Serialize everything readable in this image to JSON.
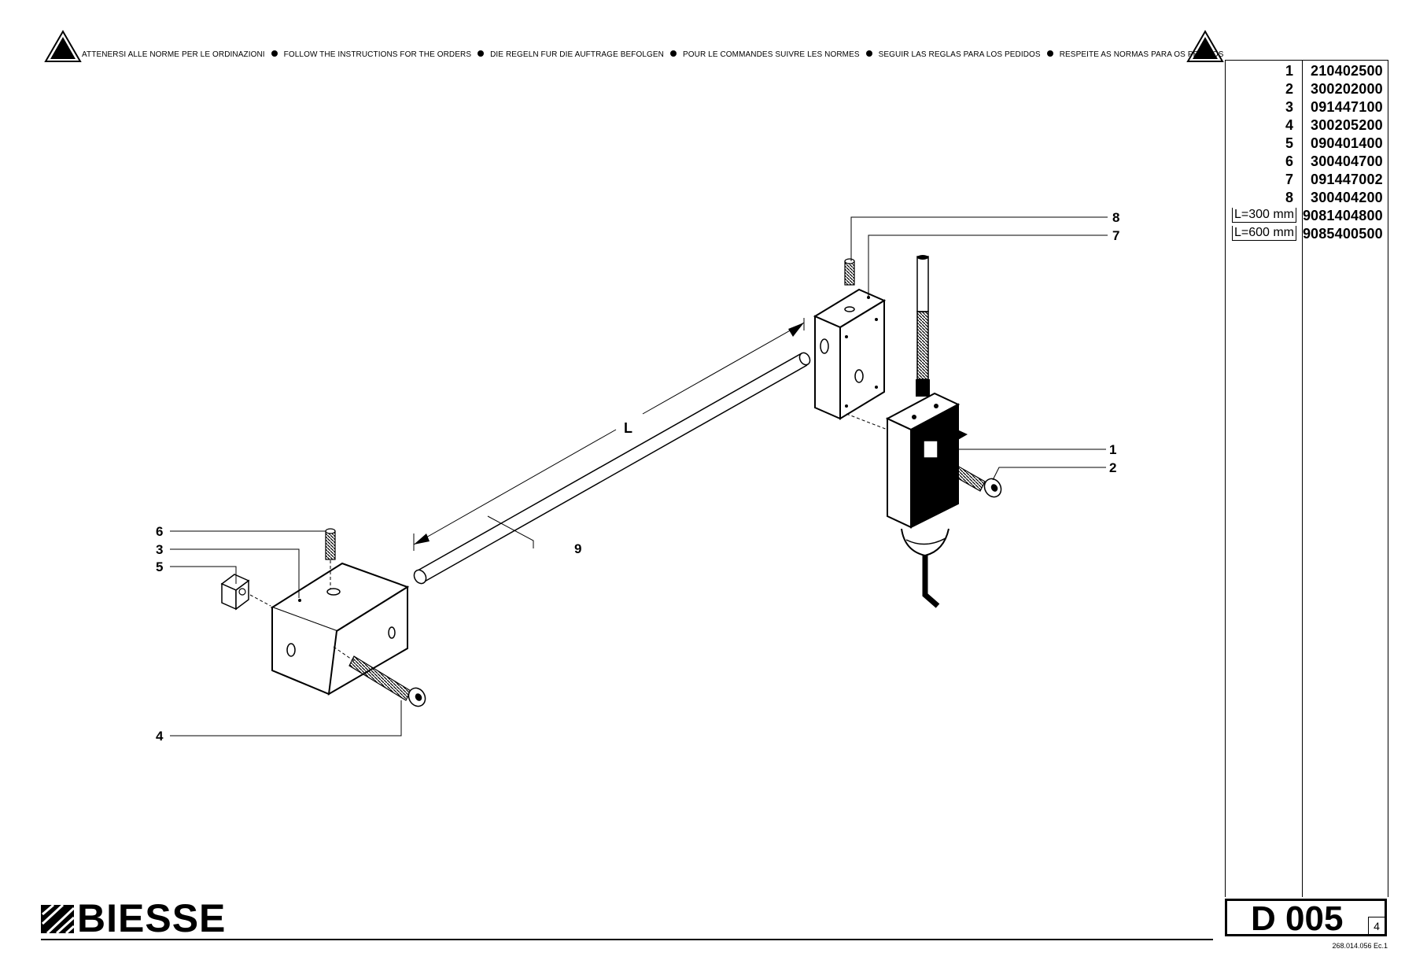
{
  "header": {
    "notices": [
      "ATTENERSI ALLE NORME PER LE ORDINAZIONI",
      "FOLLOW THE INSTRUCTIONS FOR THE ORDERS",
      "DIE REGELN FUR DIE AUFTRAGE BEFOLGEN",
      "POUR LE COMMANDES SUIVRE LES NORMES",
      "SEGUIR LAS REGLAS PARA LOS PEDIDOS",
      "RESPEITE AS NORMAS PARA OS PEDIDOS"
    ],
    "warning_icon": "warning-triangle-icon"
  },
  "diagram": {
    "callouts": [
      "1",
      "2",
      "3",
      "4",
      "5",
      "6",
      "7",
      "8",
      "9",
      "9"
    ],
    "dimension_label": "L"
  },
  "parts": [
    {
      "pos": "1",
      "code": "210402500",
      "length": ""
    },
    {
      "pos": "2",
      "code": "300202000",
      "length": ""
    },
    {
      "pos": "3",
      "code": "091447100",
      "length": ""
    },
    {
      "pos": "4",
      "code": "300205200",
      "length": ""
    },
    {
      "pos": "5",
      "code": "090401400",
      "length": ""
    },
    {
      "pos": "6",
      "code": "300404700",
      "length": ""
    },
    {
      "pos": "7",
      "code": "091447002",
      "length": ""
    },
    {
      "pos": "8",
      "code": "300404200",
      "length": ""
    },
    {
      "pos": "9",
      "code": "081404800",
      "length": "L=300 mm"
    },
    {
      "pos": "9",
      "code": "085400500",
      "length": "L=600 mm"
    }
  ],
  "footer": {
    "brand": "BIESSE",
    "brand_icon": "biesse-logo-icon",
    "page_code": "D 005",
    "revision": "4",
    "document_number": "268.014.056  Ec.1"
  }
}
